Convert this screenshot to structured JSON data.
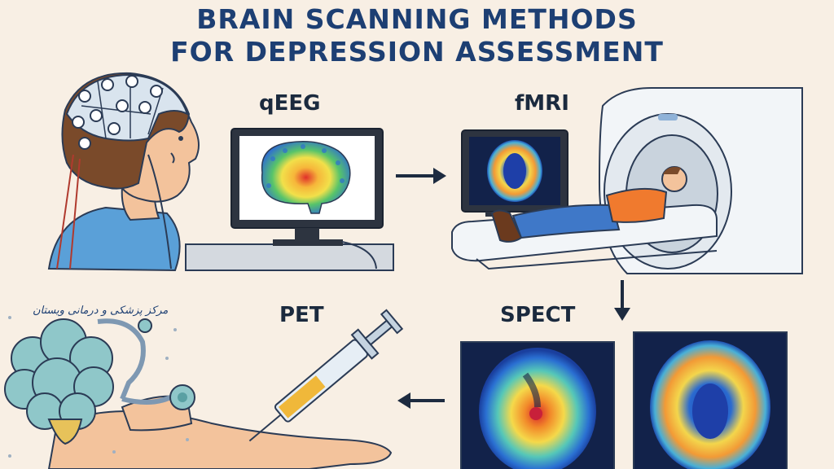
{
  "title": {
    "line1": "BRAIN SCANNING METHODS",
    "line2": "FOR DEPRESSION ASSESSMENT"
  },
  "methods": {
    "qeeg": "qEEG",
    "fmri": "fMRI",
    "spect": "SPECT",
    "pet": "PET"
  },
  "logo": {
    "text": "مرکز پزشکی و درمانی ویستان"
  },
  "colors": {
    "title": "#1d3f73",
    "background": "#f8efe4",
    "arrow": "#1d2b40",
    "scan_dark": "#12224a"
  }
}
